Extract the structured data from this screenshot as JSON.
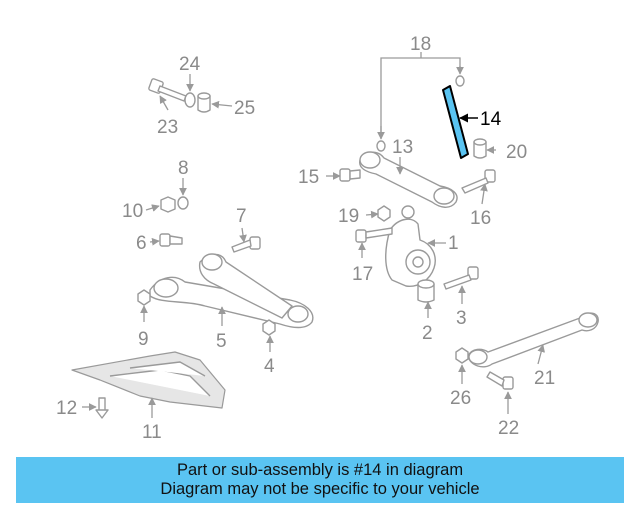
{
  "diagram": {
    "highlight_color": "#5ac4f2",
    "highlighted_part": "14",
    "callouts": {
      "c1": "1",
      "c2": "2",
      "c3": "3",
      "c4": "4",
      "c5": "5",
      "c6": "6",
      "c7": "7",
      "c8": "8",
      "c9": "9",
      "c10": "10",
      "c11": "11",
      "c12": "12",
      "c13": "13",
      "c14": "14",
      "c15": "15",
      "c16": "16",
      "c17": "17",
      "c18": "18",
      "c19": "19",
      "c20": "20",
      "c21": "21",
      "c22": "22",
      "c23": "23",
      "c24": "24",
      "c25": "25",
      "c26": "26"
    }
  },
  "caption": {
    "line1": "Part or sub-assembly is #14 in diagram",
    "line2": "Diagram may not be specific to your vehicle",
    "background": "#5ac4f2"
  }
}
